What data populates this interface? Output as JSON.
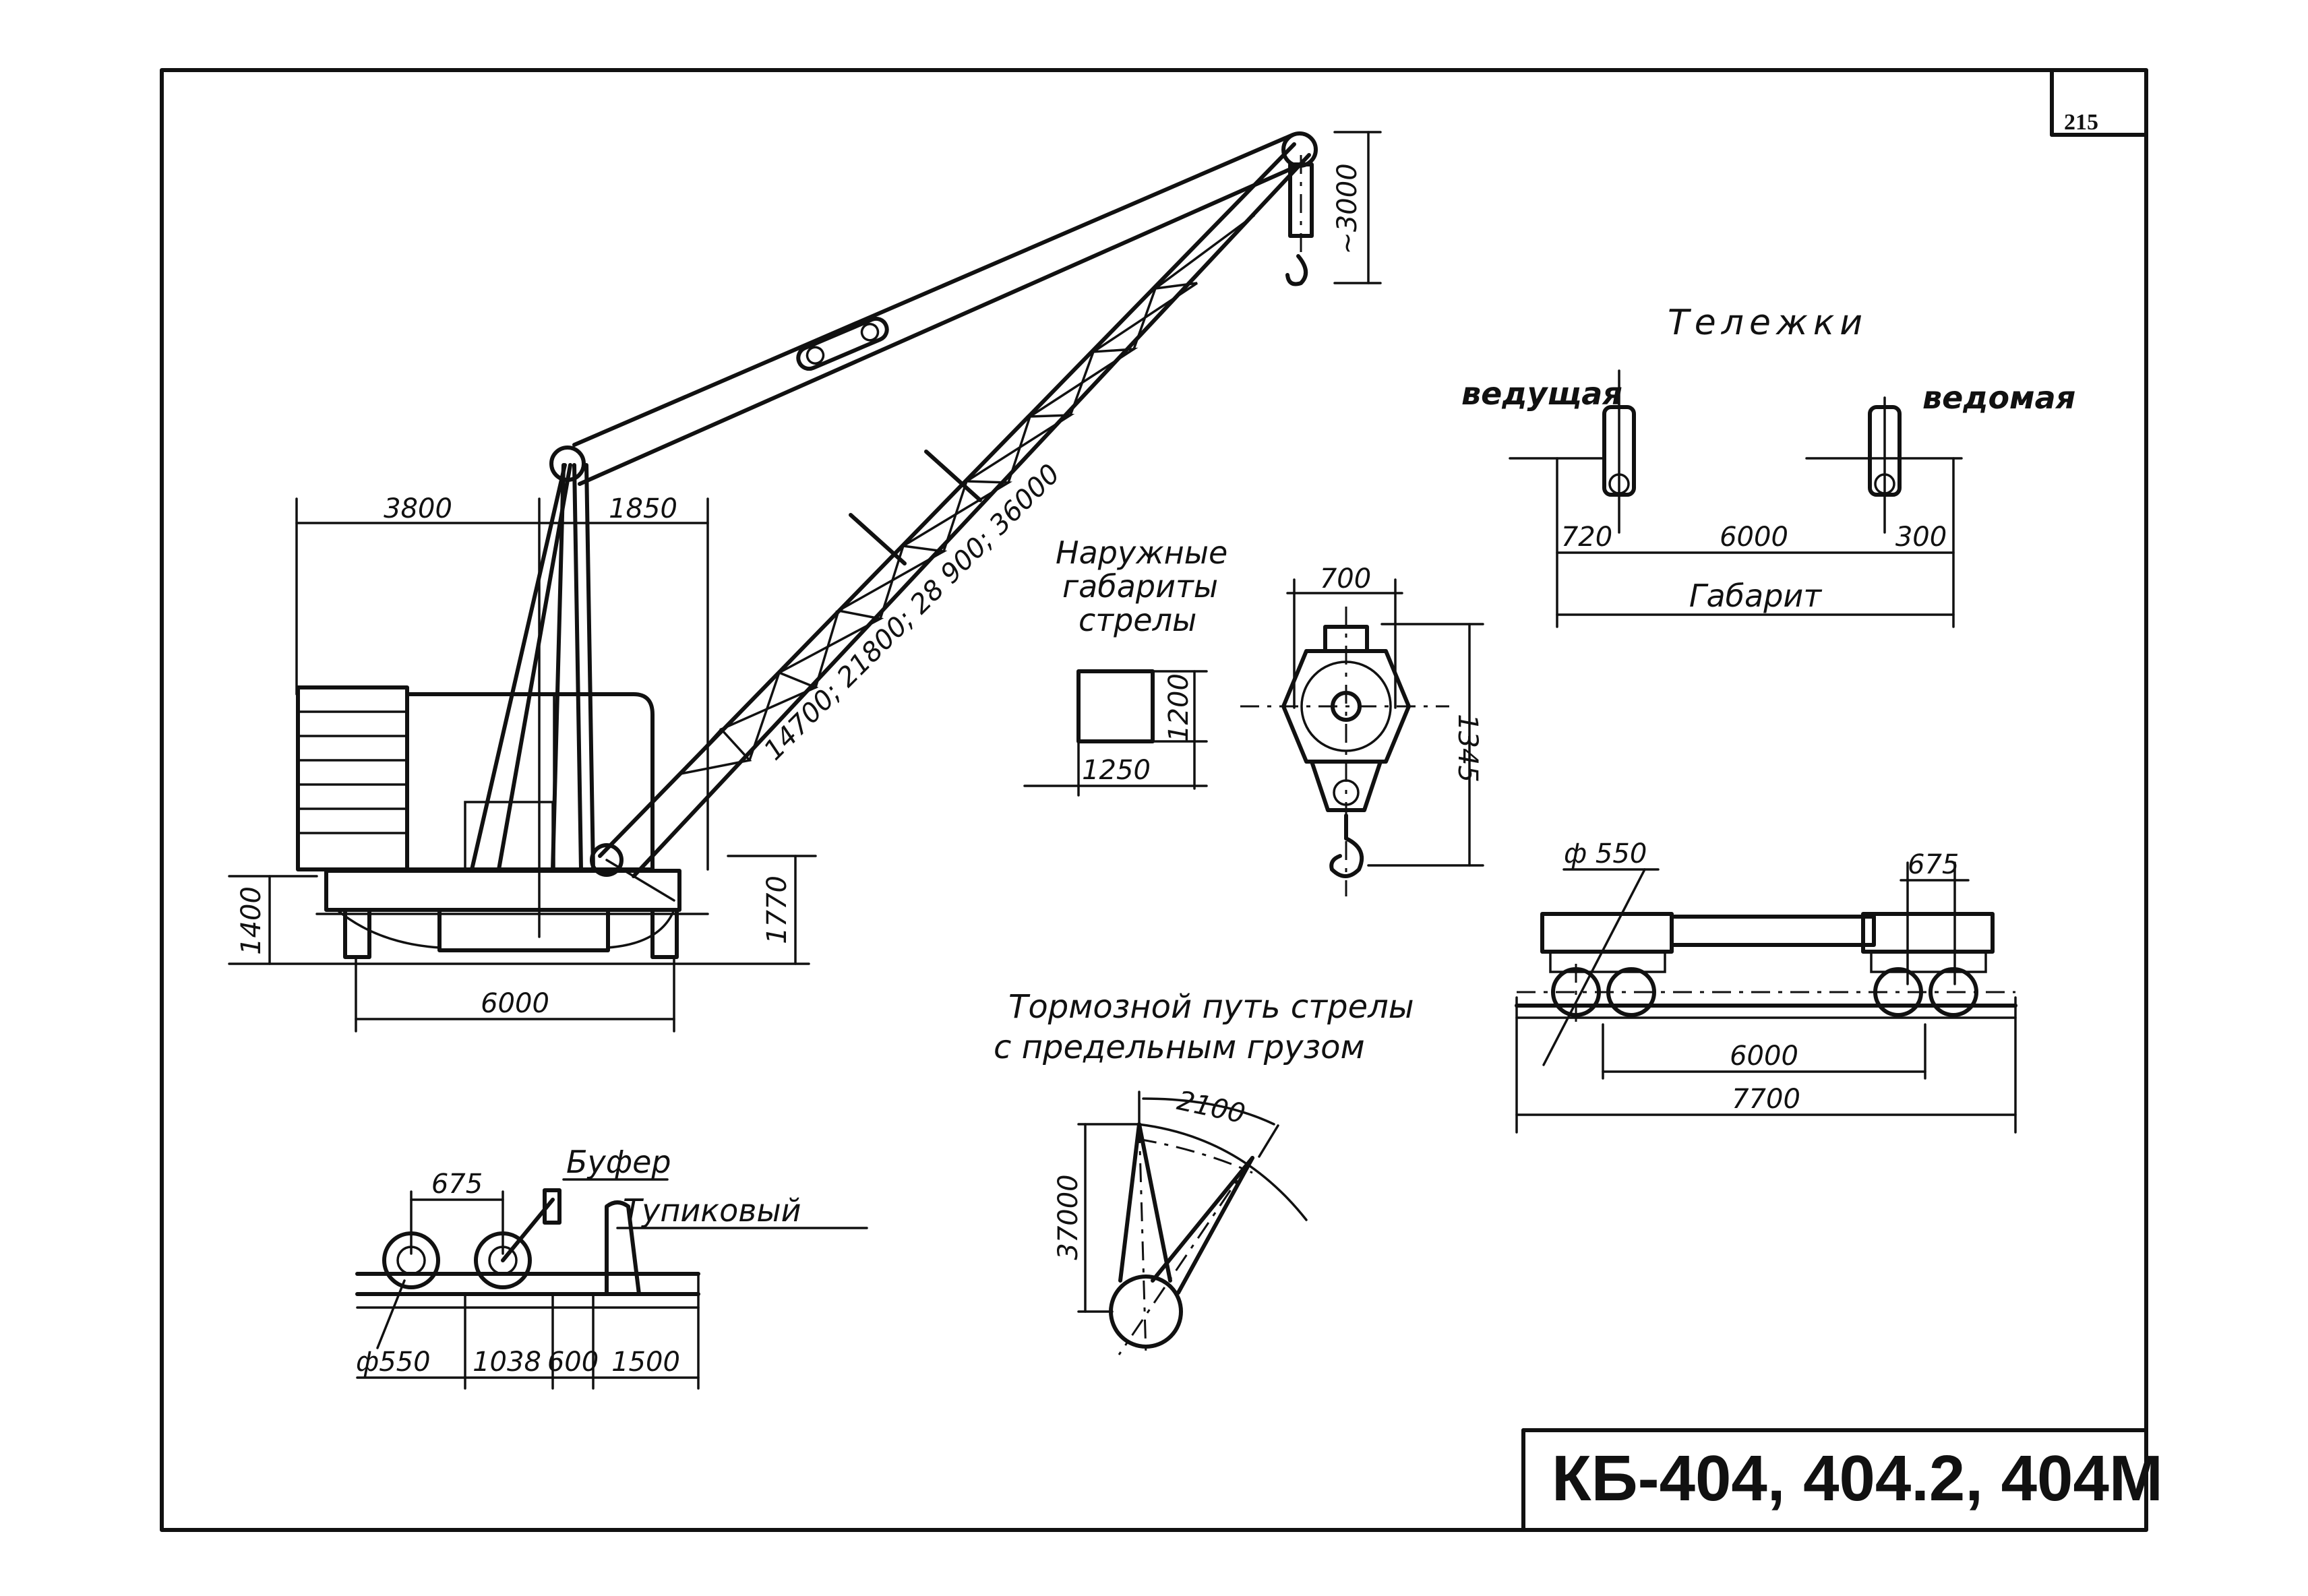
{
  "page_number": "215",
  "title_block": "КБ-404, 404.2, 404М",
  "crane": {
    "dims": {
      "boom_lengths": "14700; 21800; 28 900; 36000",
      "hook_height": "~3000",
      "left_reach": "3800",
      "right_reach": "1850",
      "base_height": "1400",
      "pivot_height": "1770",
      "track_width": "6000"
    }
  },
  "boom_section": {
    "label_line1": "Наружные",
    "label_line2": "габариты",
    "label_line3": "стрелы",
    "height": "1200",
    "width": "1250"
  },
  "hook_block": {
    "width": "700",
    "height": "1345"
  },
  "bogies": {
    "title": "Тележки",
    "driving": "ведущая",
    "driven": "ведомая",
    "dim_left": "720",
    "dim_mid": "6000",
    "dim_right": "300",
    "overall_label": "Габарит"
  },
  "undercarriage": {
    "wheel_dia": "ф 550",
    "axle": "675",
    "base": "6000",
    "overall": "7700"
  },
  "braking": {
    "label_line1": "Тормозной путь стрелы",
    "label_line2": "с предельным грузом",
    "arc": "2100",
    "height": "37000"
  },
  "buffer": {
    "label_buffer": "Буфер",
    "label_deadend": "Тупиковый",
    "axle": "675",
    "wheel_dia": "ф550",
    "d1": "1038",
    "d2": "600",
    "d3": "1500"
  }
}
